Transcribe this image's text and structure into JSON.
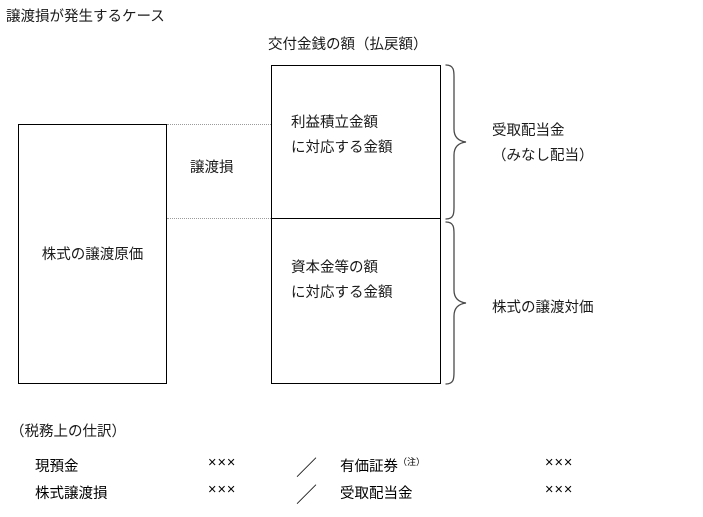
{
  "title": "譲渡損が発生するケース",
  "diagram": {
    "payout_header": "交付金銭の額（払戻額）",
    "left_box": {
      "label": "株式の譲渡原価"
    },
    "gap_label": "譲渡損",
    "right_box": {
      "upper": {
        "line1": "利益積立金額",
        "line2": "に対応する金額"
      },
      "lower": {
        "line1": "資本金等の額",
        "line2": "に対応する金額"
      }
    },
    "brace_labels": {
      "upper_line1": "受取配当金",
      "upper_line2": "（みなし配当）",
      "lower_line1": "株式の譲渡対価"
    }
  },
  "journal": {
    "heading": "（税務上の仕訳）",
    "separator": "／",
    "rows": [
      {
        "debit_account": "現預金",
        "debit_amount": "×××",
        "credit_account": "有価証券",
        "credit_note": "（注）",
        "credit_amount": "×××"
      },
      {
        "debit_account": "株式譲渡損",
        "debit_amount": "×××",
        "credit_account": "受取配当金",
        "credit_note": "",
        "credit_amount": "×××"
      }
    ]
  },
  "colors": {
    "ink": "#1a1a1a",
    "line": "#000000",
    "dotted": "#9a9a9a",
    "background": "#ffffff"
  }
}
